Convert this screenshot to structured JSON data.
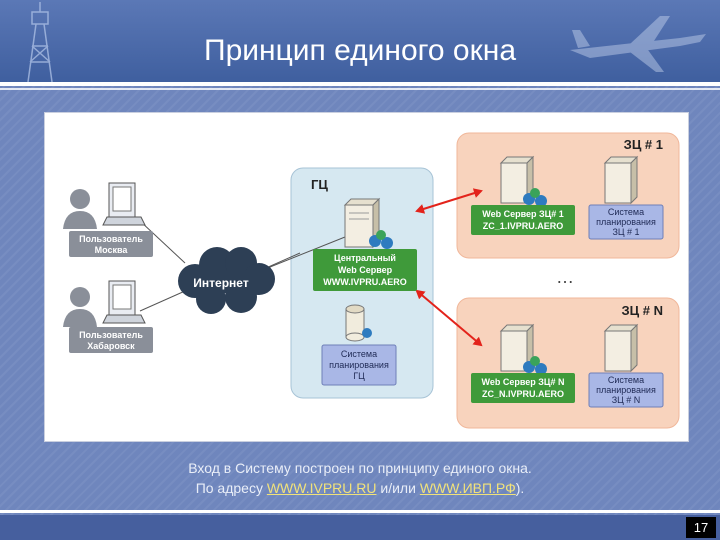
{
  "slide": {
    "title": "Принцип единого окна",
    "page_number": "17",
    "caption_line1": "Вход в Систему построен по принципу единого окна.",
    "caption_line2_prefix": "По адресу ",
    "caption_link1": "WWW.IVPRU.RU",
    "caption_middle": " и/или ",
    "caption_link2": "WWW.ИВП.РФ",
    "caption_suffix": ")."
  },
  "diagram": {
    "gc_label": "ГЦ",
    "internet_label": "Интернет",
    "user1_line1": "Пользователь",
    "user1_line2": "Москва",
    "user2_line1": "Пользователь",
    "user2_line2": "Хабаровск",
    "central_line1": "Центральный",
    "central_line2": "Web Сервер",
    "central_line3": "WWW.IVPRU.AERO",
    "gc_plan_line1": "Система",
    "gc_plan_line2": "планирования",
    "gc_plan_line3": "ГЦ",
    "zc1_label": "ЗЦ # 1",
    "zc1_web_line1": "Web Сервер ЗЦ# 1",
    "zc1_web_line2": "ZC_1.IVPRU.AERO",
    "zc1_plan_line1": "Система",
    "zc1_plan_line2": "планирования",
    "zc1_plan_line3": "ЗЦ # 1",
    "dots": "…",
    "zcn_label": "ЗЦ # N",
    "zcn_web_line1": "Web Сервер ЗЦ# N",
    "zcn_web_line2": "ZC_N.IVPRU.AERO",
    "zcn_plan_line1": "Система",
    "zcn_plan_line2": "планирования",
    "zcn_plan_line3": "ЗЦ # N"
  },
  "colors": {
    "background": "#6f86bd",
    "zone_fill": "#f8d3bd",
    "gc_fill": "#d6e8f1",
    "label_box": "#3f9a3a",
    "plan_box": "#a9b7e6",
    "arrow": "#e3231b"
  }
}
